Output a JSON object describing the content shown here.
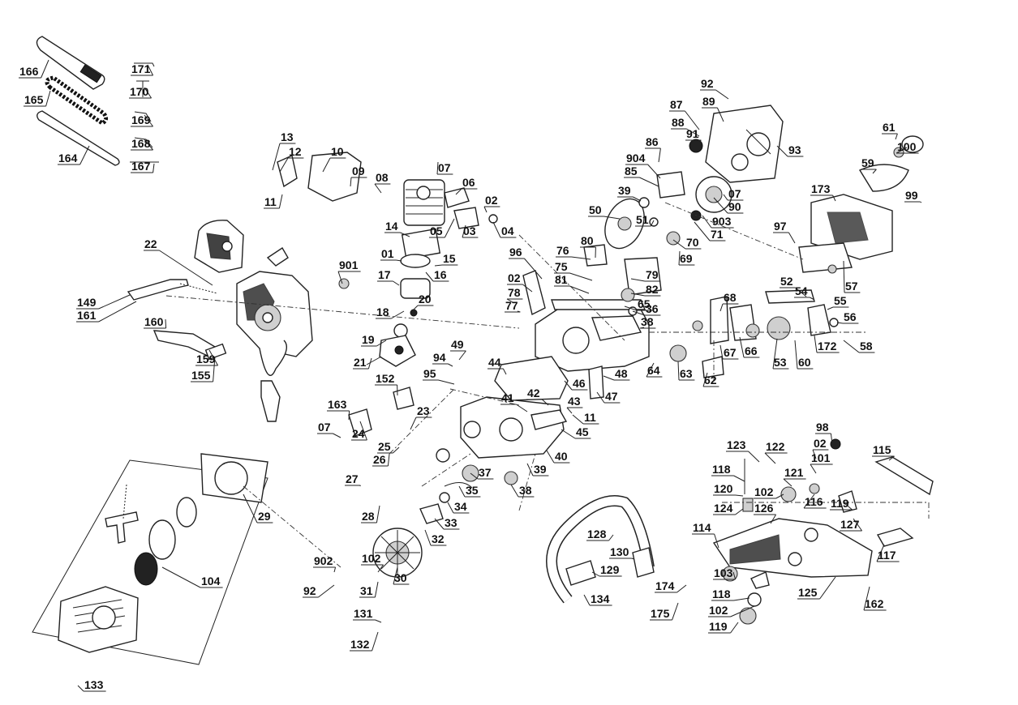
{
  "diagram": {
    "accent_color": "#222222",
    "labels": [
      "166",
      "171",
      "170",
      "165",
      "169",
      "168",
      "164",
      "167",
      "13",
      "12",
      "10",
      "09",
      "08",
      "07",
      "06",
      "11",
      "02",
      "14",
      "05",
      "03",
      "04",
      "01",
      "15",
      "17",
      "16",
      "18",
      "20",
      "19",
      "21",
      "22",
      "901",
      "149",
      "161",
      "160",
      "159",
      "155",
      "152",
      "163",
      "24",
      "23",
      "07",
      "25",
      "26",
      "27",
      "28",
      "29",
      "104",
      "902",
      "92",
      "102",
      "31",
      "30",
      "32",
      "33",
      "34",
      "35",
      "37",
      "38",
      "39",
      "40",
      "41",
      "42",
      "43",
      "11",
      "45",
      "44",
      "46",
      "47",
      "48",
      "49",
      "94",
      "95",
      "96",
      "02",
      "78",
      "77",
      "76",
      "75",
      "81",
      "80",
      "79",
      "82",
      "65",
      "36",
      "38",
      "64",
      "63",
      "62",
      "50",
      "39",
      "51",
      "904",
      "85",
      "86",
      "87",
      "88",
      "89",
      "92",
      "91",
      "93",
      "07",
      "90",
      "903",
      "71",
      "70",
      "69",
      "68",
      "67",
      "66",
      "53",
      "52",
      "54",
      "55",
      "56",
      "172",
      "60",
      "58",
      "57",
      "173",
      "59",
      "61",
      "100",
      "99",
      "97",
      "98",
      "02",
      "101",
      "123",
      "122",
      "121",
      "118",
      "102",
      "120",
      "116",
      "119",
      "115",
      "124",
      "126",
      "127",
      "114",
      "117",
      "125",
      "162",
      "128",
      "130",
      "129",
      "134",
      "174",
      "175",
      "103",
      "118",
      "102",
      "119",
      "131",
      "132",
      "133",
      "92",
      "102",
      "02"
    ]
  }
}
